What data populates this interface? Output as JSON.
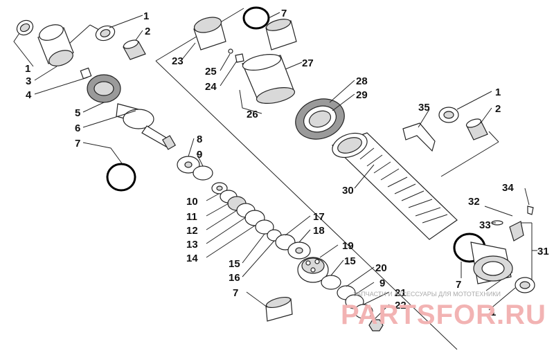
{
  "callouts": {
    "n1": "1",
    "n2": "2",
    "n3": "3",
    "n4": "4",
    "n5": "5",
    "n6": "6",
    "n7": "7",
    "n8": "8",
    "n9": "9",
    "n10": "10",
    "n11": "11",
    "n12": "12",
    "n13": "13",
    "n14": "14",
    "n15": "15",
    "n16": "16",
    "n17": "17",
    "n18": "18",
    "n19": "19",
    "n20": "20",
    "n21": "21",
    "n22": "22",
    "n23": "23",
    "n24": "24",
    "n25": "25",
    "n26": "26",
    "n27": "27",
    "n28": "28",
    "n29": "29",
    "n30": "30",
    "n31": "31",
    "n32": "32",
    "n33": "33",
    "n34": "34",
    "n35": "35"
  },
  "watermark": {
    "caption": "ЗАПЧАСТИ И АКСЕССУАРЫ ДЛЯ МОТОТЕХНИКИ",
    "logo": "PARTSFOR.RU"
  },
  "colors": {
    "line": "#222222",
    "part_fill": "#ffffff",
    "shade": "#d9d9d9",
    "oring": "#000000",
    "watermark_logo": "#f2b3b3"
  }
}
